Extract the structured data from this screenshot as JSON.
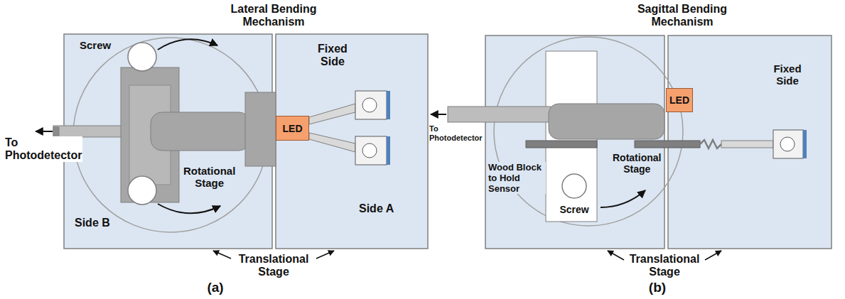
{
  "diagram": {
    "nodes": [
      {
        "text": [
          "Side B"
        ]
      },
      {
        "text": [
          "Rotational Stage"
        ],
        "in": 0
      },
      {
        "text": [
          "Fixed Side",
          "Side A"
        ]
      },
      {
        "text": [
          "LED"
        ],
        "in": 2
      },
      {
        "text": [
          "Rotational Stage"
        ]
      },
      {
        "text": [
          "Fixed Side"
        ]
      },
      {
        "text": [
          "LED"
        ],
        "in": 5
      }
    ],
    "labels": [
      "Lateral Bending Mechanism",
      "Screw",
      "To Photodetector",
      "Translational Stage",
      "(a)",
      "Sagittal Bending Mechanism",
      "To Photodetector",
      "Wood Block to Hold Sensor",
      "Screw",
      "Translational Stage",
      "(b)"
    ]
  }
}
